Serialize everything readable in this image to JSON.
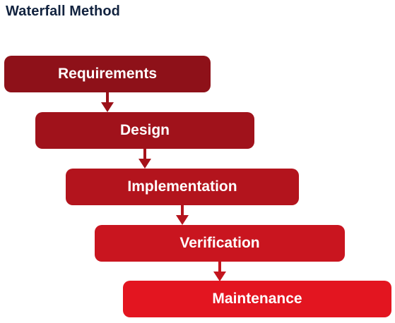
{
  "diagram": {
    "title": "Waterfall Method",
    "stages": [
      {
        "label": "Requirements",
        "color": "#8e1119"
      },
      {
        "label": "Design",
        "color": "#a0121b"
      },
      {
        "label": "Implementation",
        "color": "#b3141d"
      },
      {
        "label": "Verification",
        "color": "#c9151f"
      },
      {
        "label": "Maintenance",
        "color": "#e31520"
      }
    ],
    "arrow_colors": [
      "#9b1119",
      "#a6121a",
      "#b5141d",
      "#c3151e"
    ]
  }
}
